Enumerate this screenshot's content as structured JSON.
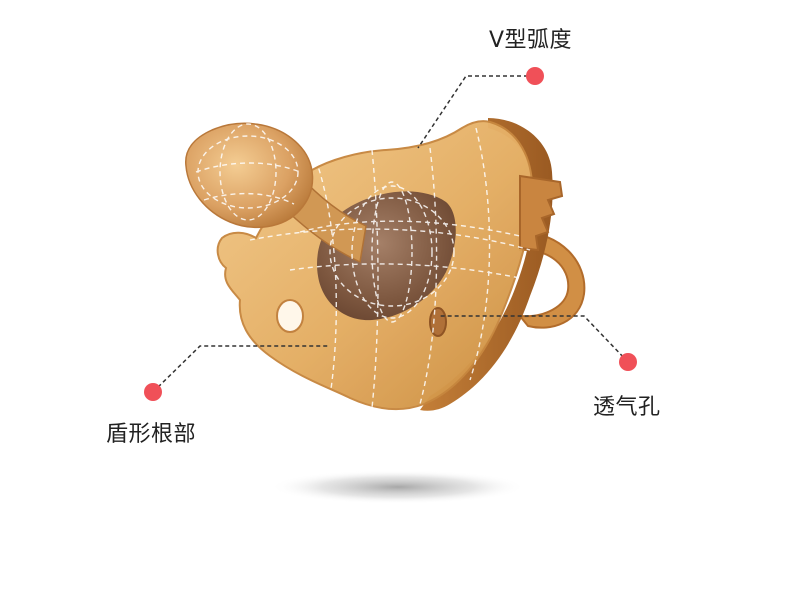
{
  "callouts": {
    "v_curve": "V型弧度",
    "shield_root": "盾形根部",
    "vent_hole": "透气孔"
  },
  "colors": {
    "dot": "#f05058",
    "leader": "#333333",
    "rubber_light": "#e9b772",
    "rubber_mid": "#d89a4a",
    "rubber_dark": "#b06a2a",
    "teat_dark": "#8a5a3a"
  },
  "icons": [
    "pacifier-product-photo",
    "callout-dot"
  ]
}
